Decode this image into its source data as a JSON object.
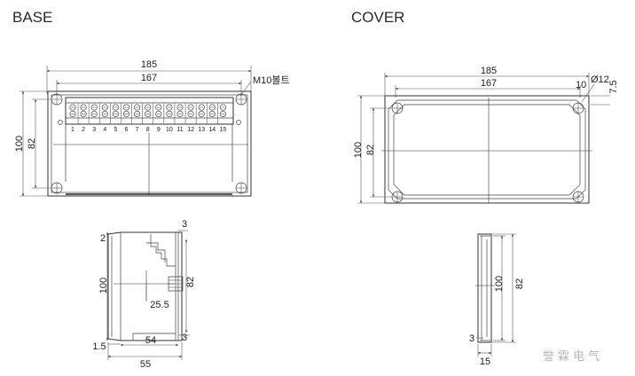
{
  "base": {
    "title": "BASE",
    "dim_width_outer": "185",
    "dim_width_inner": "167",
    "dim_height_outer": "100",
    "dim_height_inner": "82",
    "bolt_label": "M10볼트",
    "terminals": [
      "1",
      "2",
      "3",
      "4",
      "5",
      "6",
      "7",
      "8",
      "9",
      "10",
      "11",
      "12",
      "13",
      "14",
      "15"
    ],
    "side": {
      "dim_top": "3",
      "dim_height": "100",
      "dim_inner": "82",
      "dim_mid": "25.5",
      "dim_left": "2",
      "dim_bottom_left": "1.5",
      "dim_bottom_right": "3",
      "dim_inner_width": "54",
      "dim_total_width": "55"
    }
  },
  "cover": {
    "title": "COVER",
    "dim_width_outer": "185",
    "dim_width_inner": "167",
    "dim_hole": "Ø12",
    "dim_edge": "10",
    "dim_edge_v": "7.5",
    "dim_height_outer": "100",
    "dim_height_inner": "82",
    "side": {
      "dim_height": "100",
      "dim_inner": "82",
      "dim_bottom": "3",
      "dim_width": "15"
    }
  },
  "watermark": "誉霖电气"
}
